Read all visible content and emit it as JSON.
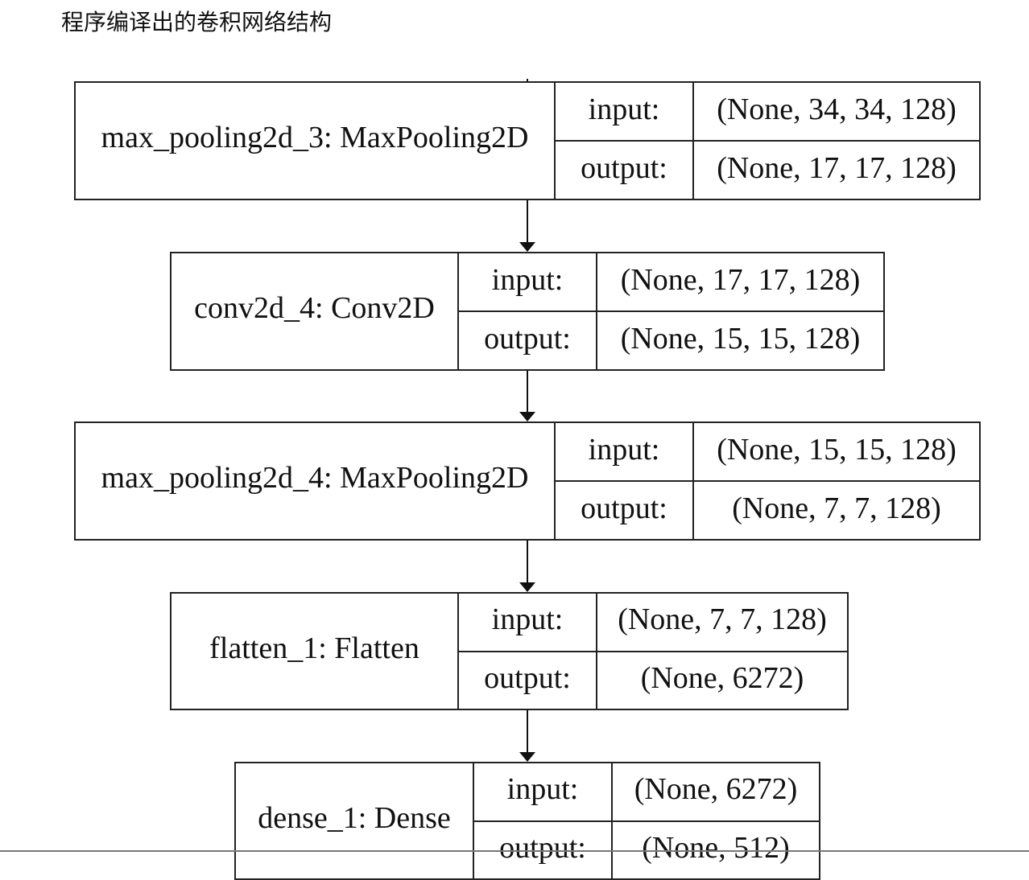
{
  "caption": "程序编译出的卷积网络结构",
  "layers": [
    {
      "name": "max_pooling2d_3: MaxPooling2D",
      "input_label": "input:",
      "input_shape": "(None, 34, 34, 128)",
      "output_label": "output:",
      "output_shape": "(None, 17, 17, 128)"
    },
    {
      "name": "conv2d_4: Conv2D",
      "input_label": "input:",
      "input_shape": "(None, 17, 17, 128)",
      "output_label": "output:",
      "output_shape": "(None, 15, 15, 128)"
    },
    {
      "name": "max_pooling2d_4: MaxPooling2D",
      "input_label": "input:",
      "input_shape": "(None, 15, 15, 128)",
      "output_label": "output:",
      "output_shape": "(None, 7, 7, 128)"
    },
    {
      "name": "flatten_1: Flatten",
      "input_label": "input:",
      "input_shape": "(None, 7, 7, 128)",
      "output_label": "output:",
      "output_shape": "(None, 6272)"
    },
    {
      "name": "dense_1: Dense",
      "input_label": "input:",
      "input_shape": "(None, 6272)",
      "output_label": "output:",
      "output_shape": "(None, 512)"
    }
  ]
}
